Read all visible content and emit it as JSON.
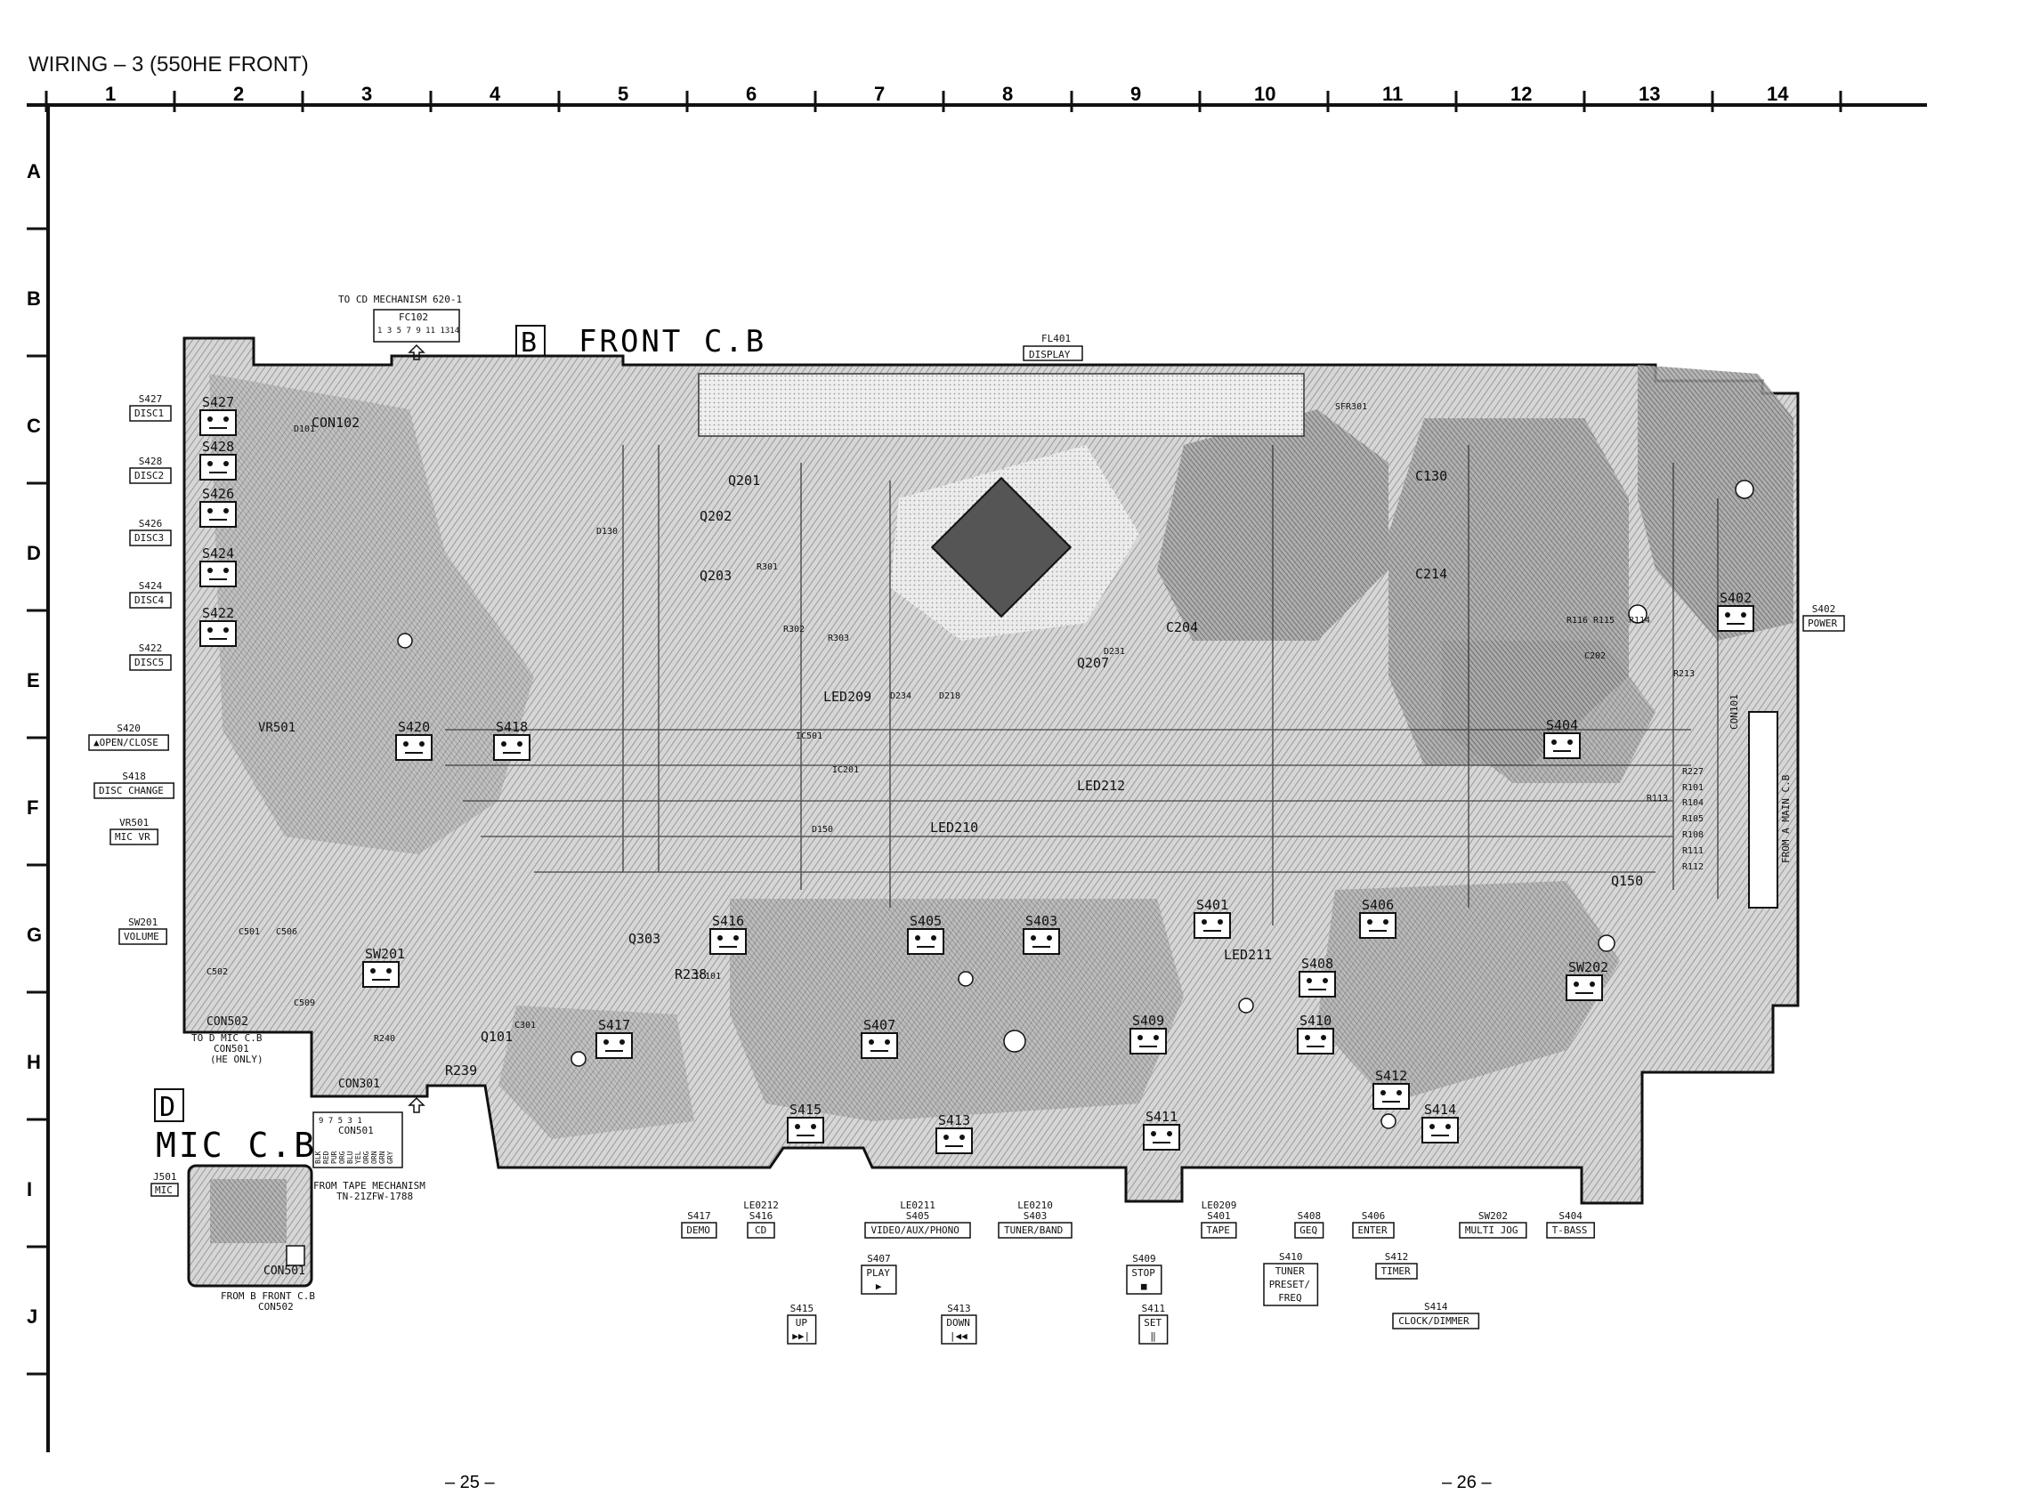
{
  "page": {
    "title": "WIRING – 3 (550HE FRONT)",
    "page_left": "– 25 –",
    "page_right": "– 26 –"
  },
  "grid": {
    "columns": [
      "1",
      "2",
      "3",
      "4",
      "5",
      "6",
      "7",
      "8",
      "9",
      "10",
      "11",
      "12",
      "13",
      "14"
    ],
    "rows": [
      "A",
      "B",
      "C",
      "D",
      "E",
      "F",
      "G",
      "H",
      "I",
      "J"
    ]
  },
  "board_front": {
    "letter": "B",
    "title": "FRONT C.B",
    "cd_mech": "TO CD MECHANISM 620-1",
    "fc_ref": "FC102",
    "fc_pins": "1 3 5 7 9 11 1314",
    "fl_ref": "FL401",
    "fl_label": "DISPLAY",
    "con_main_ref": "CON101",
    "con_main_note": "FROM A MAIN C.B",
    "vr_ref": "VR501",
    "con502": "CON502",
    "con501": "CON501",
    "con301": "CON301",
    "to_mic": "TO D MIC C.B",
    "to_mic_2": "CON501",
    "to_mic_3": "(HE ONLY)"
  },
  "board_mic": {
    "letter": "D",
    "title": "MIC C.B",
    "con": "CON501",
    "con_pins": "9 7 5 3 1",
    "wires": [
      "BLK",
      "RED",
      "PUR",
      "ORG",
      "BLU",
      "YEL",
      "ORG",
      "ORN",
      "GRN",
      "GRY"
    ],
    "tape_from": "FROM TAPE MECHANISM",
    "tape_model": "TN-21ZFW-1788",
    "jack_ref": "J501",
    "jack_label": "MIC",
    "from_note": "FROM B FRONT C.B",
    "from_note_2": "CON502"
  },
  "left_labels": [
    {
      "ref": "S427",
      "label": "DISC1"
    },
    {
      "ref": "S428",
      "label": "DISC2"
    },
    {
      "ref": "S426",
      "label": "DISC3"
    },
    {
      "ref": "S424",
      "label": "DISC4"
    },
    {
      "ref": "S422",
      "label": "DISC5"
    },
    {
      "ref": "S420",
      "label": "▲OPEN/CLOSE"
    },
    {
      "ref": "S418",
      "label": "DISC CHANGE"
    },
    {
      "ref": "VR501",
      "label": "MIC VR"
    },
    {
      "ref": "SW201",
      "label": "VOLUME"
    }
  ],
  "right_label": {
    "ref": "S402",
    "label": "POWER"
  },
  "bottom_labels": [
    {
      "ref": "S417",
      "label": "DEMO"
    },
    {
      "ref": "LE0212 S416",
      "label": "CD"
    },
    {
      "ref": "LE0211 S405",
      "label": "VIDEO/AUX/PHONO"
    },
    {
      "ref": "LE0210 S403",
      "label": "TUNER/BAND"
    },
    {
      "ref": "LE0209 S401",
      "label": "TAPE"
    },
    {
      "ref": "S408",
      "label": "GEQ"
    },
    {
      "ref": "S406",
      "label": "ENTER"
    },
    {
      "ref": "SW202",
      "label": "MULTI JOG"
    },
    {
      "ref": "S404",
      "label": "T-BASS"
    },
    {
      "ref": "S407",
      "label": "PLAY ▶"
    },
    {
      "ref": "S409",
      "label": "STOP ■"
    },
    {
      "ref": "S410",
      "label": "TUNER PRESET/ FREQ"
    },
    {
      "ref": "S412",
      "label": "TIMER"
    },
    {
      "ref": "S415",
      "label": "UP ▶▶|"
    },
    {
      "ref": "S413",
      "label": "DOWN |◀◀"
    },
    {
      "ref": "S411",
      "label": "SET ‖"
    },
    {
      "ref": "S414",
      "label": "CLOCK/DIMMER"
    }
  ],
  "switches": [
    "S427",
    "S428",
    "S426",
    "S424",
    "S422",
    "S420",
    "S418",
    "S416",
    "S405",
    "S403",
    "S401",
    "S406",
    "S408",
    "S410",
    "S409",
    "S407",
    "S417",
    "S415",
    "S413",
    "S411",
    "S414",
    "S412",
    "S404",
    "S402",
    "SW201",
    "SW202"
  ],
  "board_refs": [
    "Q201",
    "Q202",
    "Q203",
    "Q207",
    "Q303",
    "Q150",
    "C501",
    "C506",
    "C509",
    "C301",
    "C502",
    "C130",
    "C214",
    "C204",
    "CON102",
    "D101",
    "D130",
    "D234",
    "D218",
    "D231",
    "D150",
    "LED212",
    "LED210",
    "LED211",
    "LED209",
    "IC501",
    "IC201",
    "IC101",
    "Q101",
    "R238",
    "R239",
    "R240",
    "R301",
    "R302",
    "R303",
    "SFR301",
    "C202",
    "R213",
    "R227",
    "R101",
    "R104",
    "R105",
    "R108",
    "R111",
    "R112",
    "R113",
    "R114",
    "R115",
    "R116"
  ]
}
